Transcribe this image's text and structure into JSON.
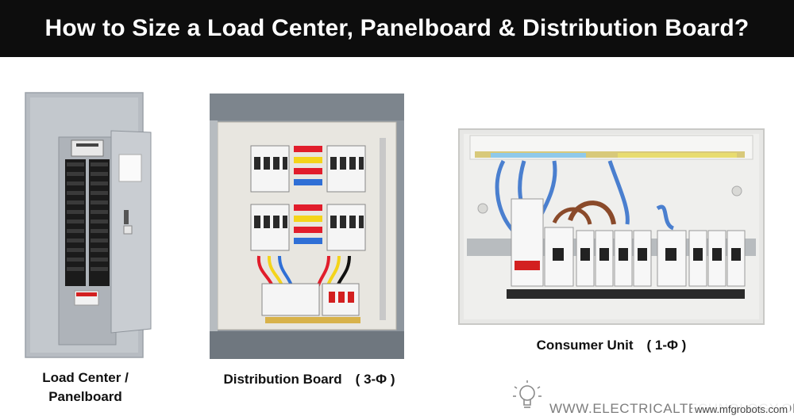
{
  "header": {
    "title": "How to Size a Load Center, Panelboard & Distribution Board?"
  },
  "captions": {
    "load_center_line1": "Load Center /",
    "load_center_line2": "Panelboard",
    "distribution_board": "Distribution Board　( 3-Φ )",
    "consumer_unit": "Consumer Unit　( 1-Φ )"
  },
  "watermark": {
    "site": "WWW.ELECTRICALTECHNOLOGY.ORG",
    "credit": "www.mfgrobots.com"
  },
  "colors": {
    "banner": "#0d0d0d",
    "panel_gray": "#b9bec4",
    "breaker_black": "#1b1b1b",
    "busbar_red": "#e11d2b",
    "busbar_yellow": "#f4d41a",
    "busbar_blue": "#2f6fd6",
    "wire_blue": "#4a7fcf",
    "wire_brown": "#8a4a2a"
  }
}
